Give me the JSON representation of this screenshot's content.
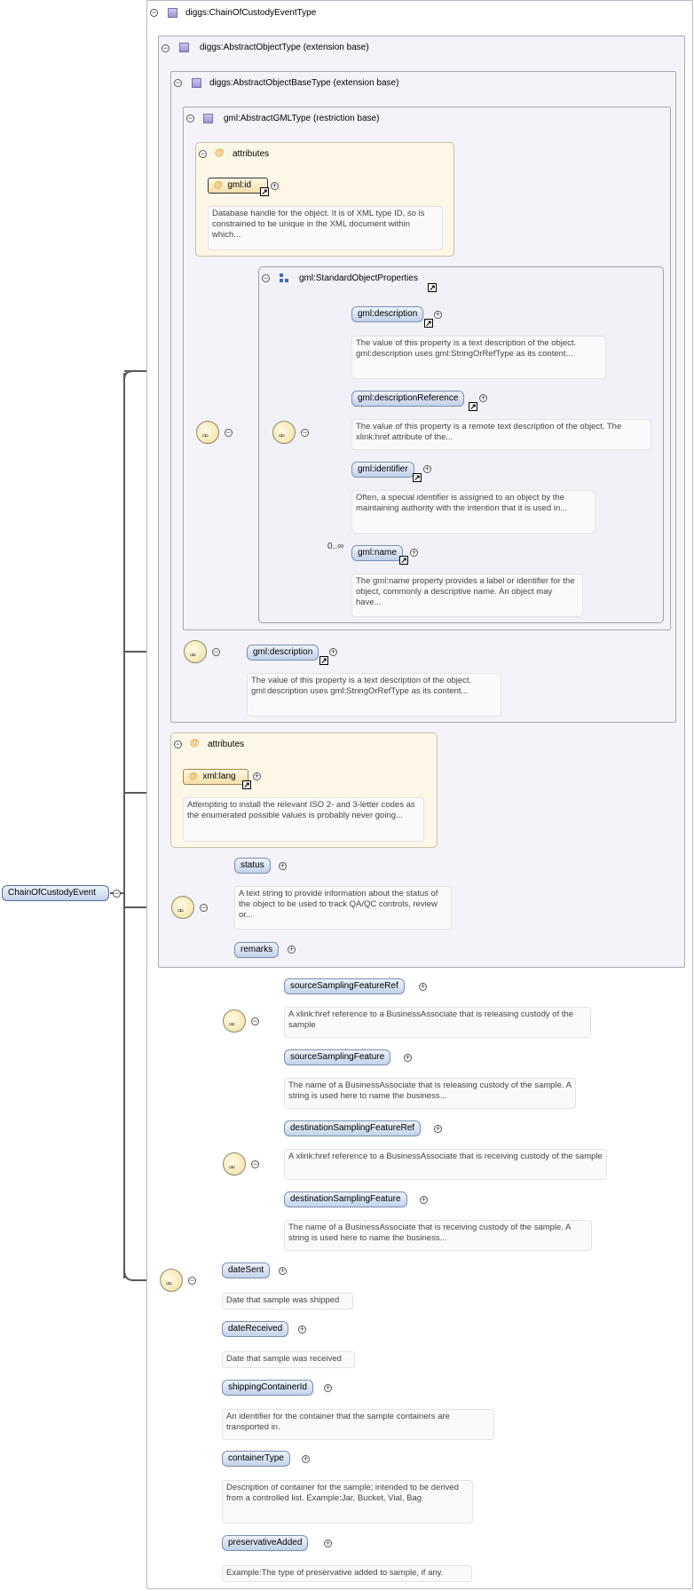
{
  "root_element": "ChainOfCustodyEvent",
  "types": {
    "chain_type": "diggs:ChainOfCustodyEventType",
    "abstract_object": "diggs:AbstractObjectType (extension base)",
    "abstract_object_base": "diggs:AbstractObjectBaseType (extension base)",
    "abstract_gml": "gml:AbstractGMLType (restriction base)",
    "standard_props": "gml:StandardObjectProperties"
  },
  "attributes_label": "attributes",
  "gml_id": {
    "name": "gml:id",
    "doc": "Database handle for the object. It is of XML type ID, so is constrained to be unique in the XML document within which..."
  },
  "standard_props_items": [
    {
      "name": "gml:description",
      "doc": "The value of this property is a text description of the object. gml:description uses gml:StringOrRefType as its content..."
    },
    {
      "name": "gml:descriptionReference",
      "doc": "The value of this property is a remote text description of the object. The xlink:href attribute of the..."
    },
    {
      "name": "gml:identifier",
      "doc": "Often, a special identifier is assigned to an object by the maintaining authority with the intention that it is used in..."
    },
    {
      "name": "gml:name",
      "doc": "The gml:name property provides a label or identifier for the object, commonly a descriptive name. An object may have...",
      "occurs": "0..∞"
    }
  ],
  "gml_description2": {
    "name": "gml:description",
    "doc": "The value of this property is a text description of the object. gml:description uses gml:StringOrRefType as its content..."
  },
  "xml_lang": {
    "name": "xml:lang",
    "doc": "Attempting to install the relevant ISO 2- and 3-letter codes as the enumerated possible values is probably never going..."
  },
  "status": {
    "name": "status",
    "doc": "A text string to provide information about the status of the object to be used to track QA/QC controls, review or..."
  },
  "remarks": {
    "name": "remarks"
  },
  "source_choice": [
    {
      "name": "sourceSamplingFeatureRef",
      "doc": "A xlink:href reference to a BusinessAssociate that is releasing custody of the sample"
    },
    {
      "name": "sourceSamplingFeature",
      "doc": "The name of a BusinessAssociate that is releasing custody of the sample. A string is used here to name the business..."
    }
  ],
  "destination_choice": [
    {
      "name": "destinationSamplingFeatureRef",
      "doc": "A xlink:href reference to a BusinessAssociate that is receiving custody of the sample"
    },
    {
      "name": "destinationSamplingFeature",
      "doc": "The name of a BusinessAssociate that is receiving custody of the sample. A string is used here to name the business..."
    }
  ],
  "main_elements": [
    {
      "name": "dateSent",
      "doc": "Date that sample was shipped"
    },
    {
      "name": "dateReceived",
      "doc": "Date that sample was received"
    },
    {
      "name": "shippingContainerId",
      "doc": "An identifier for the container that the sample containers are transported in."
    },
    {
      "name": "containerType",
      "doc": "Description of container for the sample; intended to be derived from a controlled list. Example:Jar, Bucket, Vial, Bag"
    },
    {
      "name": "preservativeAdded",
      "doc": "Example:The type of preservative added to sample, if any."
    }
  ]
}
